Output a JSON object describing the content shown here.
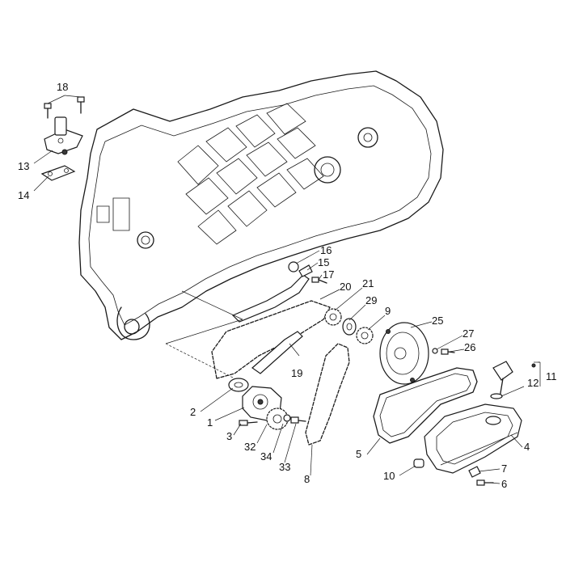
{
  "callouts": {
    "p1": "1",
    "p2": "2",
    "p3": "3",
    "p4": "4",
    "p5": "5",
    "p6": "6",
    "p7": "7",
    "p8": "8",
    "p9": "9",
    "p10": "10",
    "p11": "11",
    "p12": "12",
    "p13": "13",
    "p14": "14",
    "p15": "15",
    "p16": "16",
    "p17": "17",
    "p18": "18",
    "p19": "19",
    "p20": "20",
    "p21": "21",
    "p25": "25",
    "p26": "26",
    "p27": "27",
    "p29": "29",
    "p32": "32",
    "p33": "33",
    "p34": "34"
  }
}
